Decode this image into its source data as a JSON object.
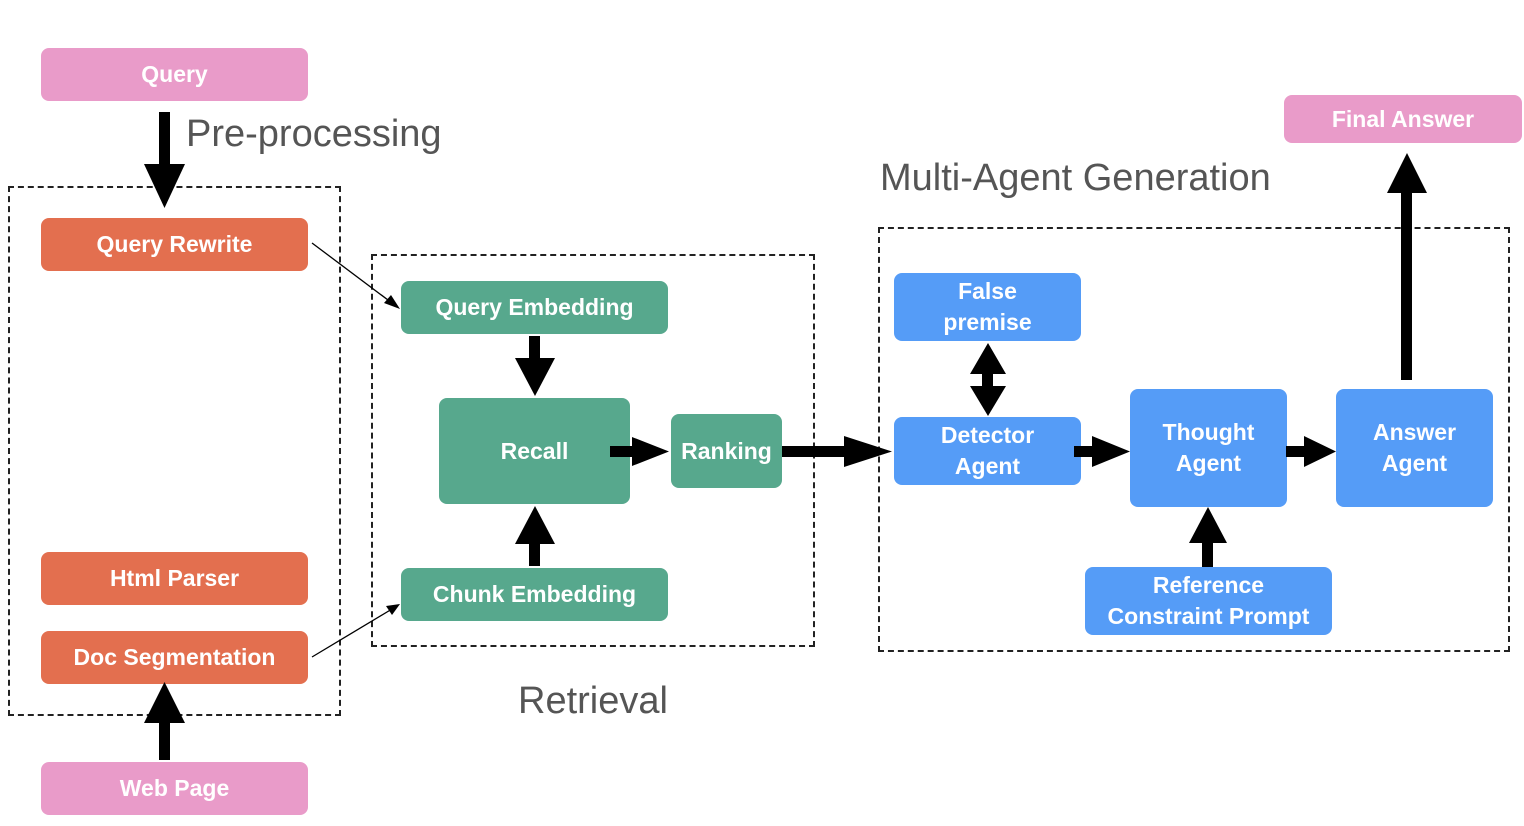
{
  "labels": {
    "preprocessing": "Pre-processing",
    "retrieval": "Retrieval",
    "multi_agent": "Multi-Agent Generation"
  },
  "nodes": {
    "query": "Query",
    "query_rewrite": "Query Rewrite",
    "html_parser": "Html Parser",
    "doc_segmentation": "Doc Segmentation",
    "web_page": "Web Page",
    "query_embedding": "Query Embedding",
    "recall": "Recall",
    "ranking": "Ranking",
    "chunk_embedding": "Chunk Embedding",
    "false_premise": [
      "False",
      "premise"
    ],
    "detector_agent": [
      "Detector",
      "Agent"
    ],
    "thought_agent": [
      "Thought",
      "Agent"
    ],
    "answer_agent": [
      "Answer",
      "Agent"
    ],
    "reference_prompt": [
      "Reference",
      "Constraint Prompt"
    ],
    "final_answer": "Final Answer"
  },
  "colors": {
    "input_output": "#e99bc9",
    "preprocessing": "#e36f4f",
    "retrieval": "#57a88d",
    "generation": "#559cf7"
  }
}
